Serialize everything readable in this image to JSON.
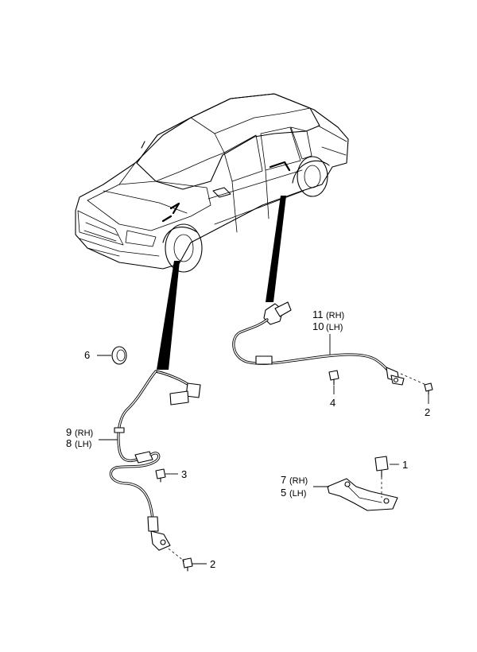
{
  "callouts": {
    "c1": {
      "num": "1"
    },
    "c2a": {
      "num": "2"
    },
    "c2b": {
      "num": "2"
    },
    "c3": {
      "num": "3"
    },
    "c4": {
      "num": "4"
    },
    "c6": {
      "num": "6"
    },
    "c5_7": {
      "top_num": "7",
      "top_side": "(RH)",
      "bottom_num": "5",
      "bottom_side": "(LH)"
    },
    "c8_9": {
      "top_num": "9",
      "top_side": "(RH)",
      "bottom_num": "8",
      "bottom_side": "(LH)"
    },
    "c10_11": {
      "top_num": "11",
      "top_side": "(RH)",
      "bottom_num": "10",
      "bottom_side": "(LH)"
    }
  }
}
